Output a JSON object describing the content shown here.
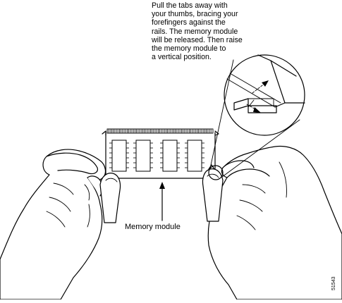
{
  "instruction_text": "Pull the tabs away with\nyour thumbs, bracing your\nforefingers against the\nrails.  The memory module\nwill be released. Then raise\nthe  memory module to\na vertical position.",
  "callout_label": "Memory module",
  "figure_number": "51543"
}
